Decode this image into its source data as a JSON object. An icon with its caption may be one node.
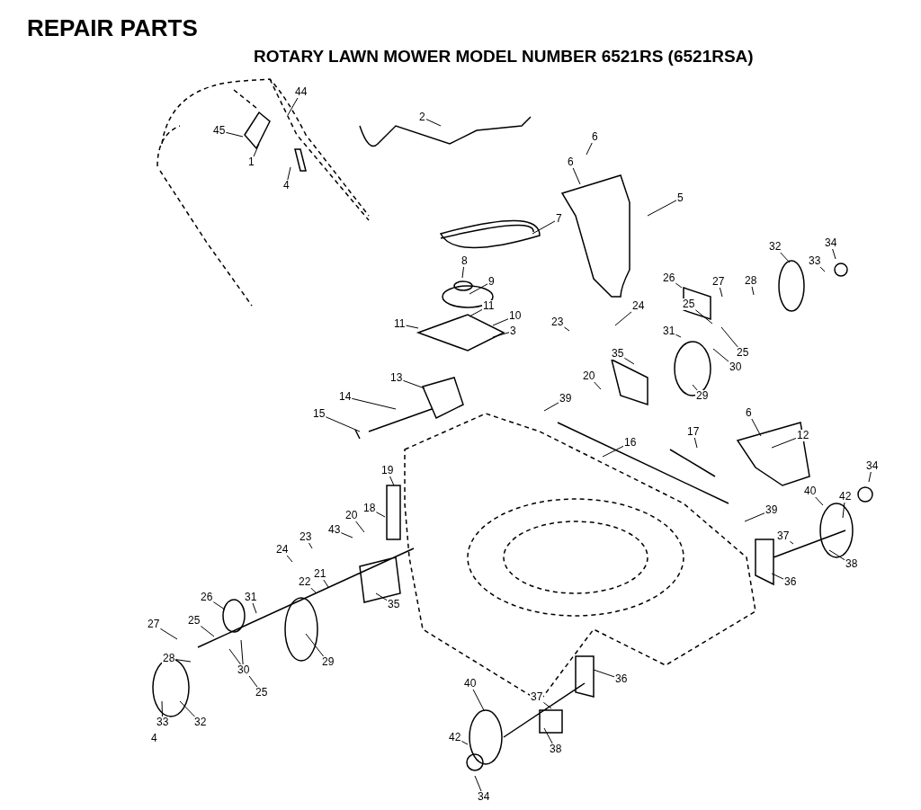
{
  "diagram": {
    "title": "REPAIR PARTS",
    "caption": "ROTARY LAWN MOWER MODEL NUMBER 6521RS (6521RSA)",
    "nodes": [
      {
        "text": [
          "44"
        ]
      },
      {
        "text": [
          "45"
        ]
      },
      {
        "text": [
          "1"
        ]
      },
      {
        "text": [
          "4"
        ]
      },
      {
        "text": [
          "2"
        ]
      },
      {
        "text": [
          "6"
        ]
      },
      {
        "text": [
          "6"
        ]
      },
      {
        "text": [
          "5"
        ]
      },
      {
        "text": [
          "7"
        ]
      },
      {
        "text": [
          "8"
        ]
      },
      {
        "text": [
          "9"
        ]
      },
      {
        "text": [
          "11"
        ]
      },
      {
        "text": [
          "11"
        ]
      },
      {
        "text": [
          "10"
        ]
      },
      {
        "text": [
          "3"
        ]
      },
      {
        "text": [
          "13"
        ]
      },
      {
        "text": [
          "14"
        ]
      },
      {
        "text": [
          "15"
        ]
      },
      {
        "text": [
          "23"
        ]
      },
      {
        "text": [
          "24"
        ]
      },
      {
        "text": [
          "26"
        ]
      },
      {
        "text": [
          "27"
        ]
      },
      {
        "text": [
          "28"
        ]
      },
      {
        "text": [
          "32"
        ]
      },
      {
        "text": [
          "34"
        ]
      },
      {
        "text": [
          "33"
        ]
      },
      {
        "text": [
          "25"
        ]
      },
      {
        "text": [
          "25"
        ]
      },
      {
        "text": [
          "31"
        ]
      },
      {
        "text": [
          "30"
        ]
      },
      {
        "text": [
          "35"
        ]
      },
      {
        "text": [
          "20"
        ]
      },
      {
        "text": [
          "29"
        ]
      },
      {
        "text": [
          "39"
        ]
      },
      {
        "text": [
          "16"
        ]
      },
      {
        "text": [
          "17"
        ]
      },
      {
        "text": [
          "12"
        ]
      },
      {
        "text": [
          "6"
        ]
      },
      {
        "text": [
          "19"
        ]
      },
      {
        "text": [
          "18"
        ]
      },
      {
        "text": [
          "20"
        ]
      },
      {
        "text": [
          "43"
        ]
      },
      {
        "text": [
          "23"
        ]
      },
      {
        "text": [
          "24"
        ]
      },
      {
        "text": [
          "21"
        ]
      },
      {
        "text": [
          "22"
        ]
      },
      {
        "text": [
          "35"
        ]
      },
      {
        "text": [
          "39"
        ]
      },
      {
        "text": [
          "34"
        ]
      },
      {
        "text": [
          "40"
        ]
      },
      {
        "text": [
          "42"
        ]
      },
      {
        "text": [
          "37"
        ]
      },
      {
        "text": [
          "38"
        ]
      },
      {
        "text": [
          "36"
        ]
      },
      {
        "text": [
          "26"
        ]
      },
      {
        "text": [
          "31"
        ]
      },
      {
        "text": [
          "27"
        ]
      },
      {
        "text": [
          "25"
        ]
      },
      {
        "text": [
          "28"
        ]
      },
      {
        "text": [
          "29"
        ]
      },
      {
        "text": [
          "30"
        ]
      },
      {
        "text": [
          "25"
        ]
      },
      {
        "text": [
          "33"
        ]
      },
      {
        "text": [
          "32"
        ]
      },
      {
        "text": [
          "40"
        ]
      },
      {
        "text": [
          "36"
        ]
      },
      {
        "text": [
          "37"
        ]
      },
      {
        "text": [
          "38"
        ]
      },
      {
        "text": [
          "42"
        ]
      },
      {
        "text": [
          "34"
        ]
      }
    ],
    "edges": [
      {
        "from": 0,
        "to": null,
        "arrow": "none"
      },
      {
        "from": 1,
        "to": null,
        "arrow": "none"
      },
      {
        "from": 2,
        "to": null,
        "arrow": "none"
      },
      {
        "from": 3,
        "to": null,
        "arrow": "none"
      },
      {
        "from": 4,
        "to": null,
        "arrow": "none"
      },
      {
        "from": 5,
        "to": null,
        "arrow": "none"
      },
      {
        "from": 6,
        "to": null,
        "arrow": "none"
      },
      {
        "from": 7,
        "to": null,
        "arrow": "none"
      },
      {
        "from": 8,
        "to": null,
        "arrow": "none"
      },
      {
        "from": 9,
        "to": null,
        "arrow": "none"
      },
      {
        "from": 10,
        "to": null,
        "arrow": "none"
      },
      {
        "from": 11,
        "to": null,
        "arrow": "none"
      },
      {
        "from": 12,
        "to": null,
        "arrow": "none"
      },
      {
        "from": 13,
        "to": null,
        "arrow": "none"
      },
      {
        "from": 14,
        "to": null,
        "arrow": "none"
      },
      {
        "from": 15,
        "to": null,
        "arrow": "none"
      },
      {
        "from": 16,
        "to": null,
        "arrow": "none"
      },
      {
        "from": 17,
        "to": null,
        "arrow": "none"
      },
      {
        "from": 18,
        "to": null,
        "arrow": "none"
      },
      {
        "from": 19,
        "to": null,
        "arrow": "none"
      },
      {
        "from": 20,
        "to": null,
        "arrow": "none"
      },
      {
        "from": 21,
        "to": null,
        "arrow": "none"
      },
      {
        "from": 22,
        "to": null,
        "arrow": "none"
      },
      {
        "from": 23,
        "to": null,
        "arrow": "none"
      },
      {
        "from": 24,
        "to": null,
        "arrow": "none"
      },
      {
        "from": 25,
        "to": null,
        "arrow": "none"
      },
      {
        "from": 26,
        "to": null,
        "arrow": "none"
      },
      {
        "from": 27,
        "to": null,
        "arrow": "none"
      },
      {
        "from": 28,
        "to": null,
        "arrow": "none"
      },
      {
        "from": 29,
        "to": null,
        "arrow": "none"
      },
      {
        "from": 30,
        "to": null,
        "arrow": "none"
      },
      {
        "from": 31,
        "to": null,
        "arrow": "none"
      },
      {
        "from": 32,
        "to": null,
        "arrow": "none"
      },
      {
        "from": 33,
        "to": null,
        "arrow": "none"
      },
      {
        "from": 34,
        "to": null,
        "arrow": "none"
      },
      {
        "from": 35,
        "to": null,
        "arrow": "none"
      },
      {
        "from": 36,
        "to": null,
        "arrow": "none"
      },
      {
        "from": 37,
        "to": null,
        "arrow": "none"
      },
      {
        "from": 38,
        "to": null,
        "arrow": "none"
      },
      {
        "from": 39,
        "to": null,
        "arrow": "none"
      },
      {
        "from": 40,
        "to": null,
        "arrow": "none"
      },
      {
        "from": 41,
        "to": null,
        "arrow": "none"
      },
      {
        "from": 42,
        "to": null,
        "arrow": "none"
      },
      {
        "from": 43,
        "to": null,
        "arrow": "none"
      },
      {
        "from": 44,
        "to": null,
        "arrow": "none"
      },
      {
        "from": 45,
        "to": null,
        "arrow": "none"
      },
      {
        "from": 46,
        "to": null,
        "arrow": "none"
      },
      {
        "from": 47,
        "to": null,
        "arrow": "none"
      },
      {
        "from": 48,
        "to": null,
        "arrow": "none"
      },
      {
        "from": 49,
        "to": null,
        "arrow": "none"
      },
      {
        "from": 50,
        "to": null,
        "arrow": "none"
      },
      {
        "from": 51,
        "to": null,
        "arrow": "none"
      },
      {
        "from": 52,
        "to": null,
        "arrow": "none"
      },
      {
        "from": 53,
        "to": null,
        "arrow": "none"
      },
      {
        "from": 54,
        "to": null,
        "arrow": "none"
      },
      {
        "from": 55,
        "to": null,
        "arrow": "none"
      },
      {
        "from": 56,
        "to": null,
        "arrow": "none"
      },
      {
        "from": 57,
        "to": null,
        "arrow": "none"
      },
      {
        "from": 58,
        "to": null,
        "arrow": "none"
      },
      {
        "from": 59,
        "to": null,
        "arrow": "none"
      },
      {
        "from": 60,
        "to": null,
        "arrow": "none"
      },
      {
        "from": 61,
        "to": null,
        "arrow": "none"
      },
      {
        "from": 62,
        "to": null,
        "arrow": "none"
      },
      {
        "from": 63,
        "to": null,
        "arrow": "none"
      },
      {
        "from": 64,
        "to": null,
        "arrow": "none"
      },
      {
        "from": 65,
        "to": null,
        "arrow": "none"
      },
      {
        "from": 66,
        "to": null,
        "arrow": "none"
      },
      {
        "from": 67,
        "to": null,
        "arrow": "none"
      },
      {
        "from": 68,
        "to": null,
        "arrow": "none"
      },
      {
        "from": 69,
        "to": null,
        "arrow": "none"
      }
    ],
    "labels": [
      "4"
    ]
  }
}
